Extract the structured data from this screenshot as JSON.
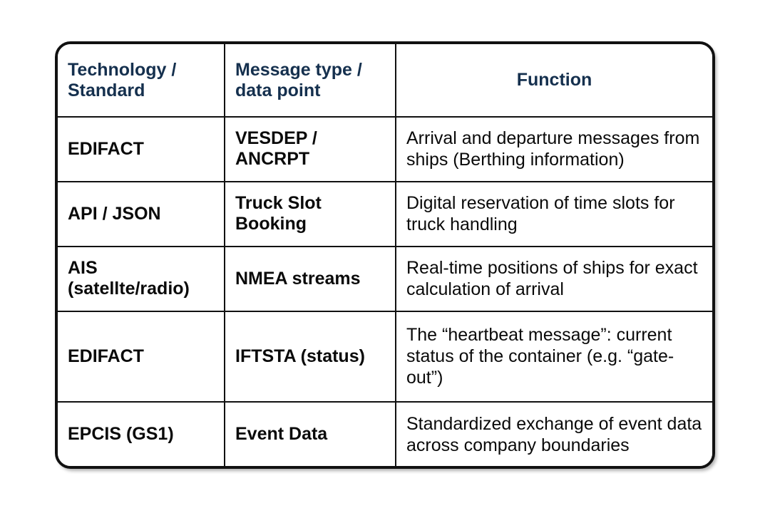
{
  "table": {
    "headers": [
      "Technology /\nStandard",
      "Message type /\ndata point",
      "Function"
    ],
    "colors": {
      "header_text": "#15304e",
      "body_text": "#0a0a0a",
      "border": "#111111",
      "background": "#ffffff"
    },
    "rows": [
      {
        "technology": "EDIFACT",
        "message_type": "VESDEP /\nANCRPT",
        "function": "Arrival and departure messages from ships (Berthing information)"
      },
      {
        "technology": "API / JSON",
        "message_type": "Truck Slot\nBooking",
        "function": "Digital reservation of time slots for truck handling"
      },
      {
        "technology": "AIS\n(satellte/radio)",
        "message_type": "NMEA streams",
        "function": "Real-time positions of ships for exact calculation of arrival"
      },
      {
        "technology": "EDIFACT",
        "message_type": "IFTSTA (status)",
        "function": "The “heartbeat message”: current status of the container (e.g. “gate-out”)"
      },
      {
        "technology": "EPCIS (GS1)",
        "message_type": "Event Data",
        "function": "Standardized exchange of event data across company boundaries"
      }
    ]
  }
}
